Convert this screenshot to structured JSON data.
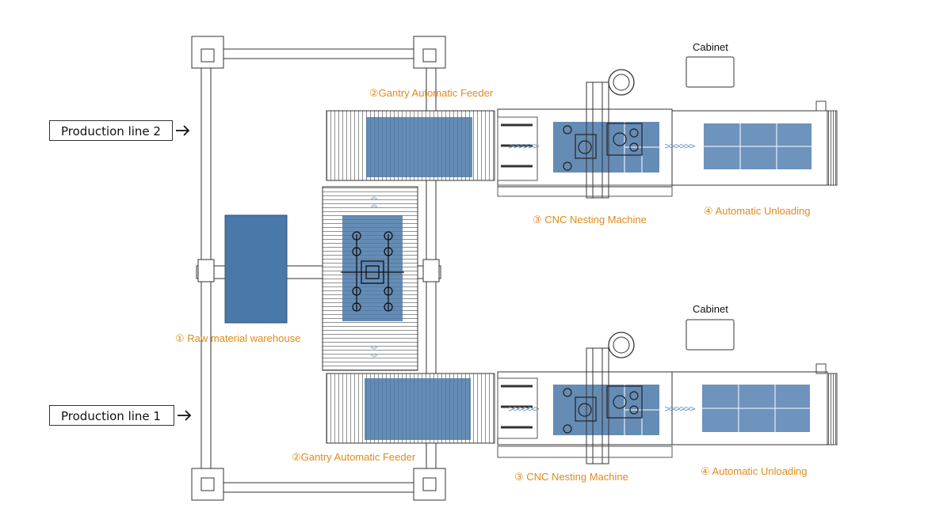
{
  "production_lines": {
    "line2": "Production line 2",
    "line1": "Production line 1"
  },
  "labels": {
    "warehouse": "① Raw material warehouse",
    "feeder_top": "②Gantry Automatic Feeder",
    "feeder_bottom": "②Gantry Automatic Feeder",
    "cnc_top": "③ CNC Nesting Machine",
    "cnc_bottom": "③ CNC Nesting Machine",
    "unload_top": "④ Automatic Unloading",
    "unload_bottom": "④ Automatic Unloading",
    "cabinet_top": "Cabinet",
    "cabinet_bottom": "Cabinet"
  },
  "colors": {
    "label_orange": "#E08A1A",
    "panel_blue": "#4A78A8",
    "panel_light_blue": "#6E93BC",
    "line": "#333333"
  }
}
